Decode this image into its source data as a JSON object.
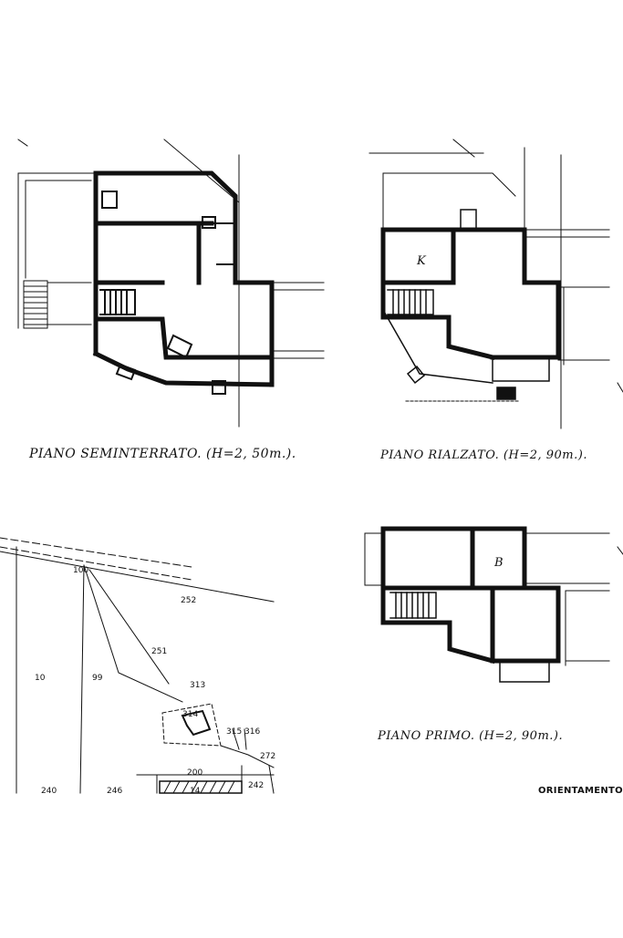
{
  "captions": {
    "seminterrato": "PIANO SEMINTERRATO. (H=2, 50m.).",
    "rialzato": "PIANO RIALZATO. (H=2, 90m.).",
    "primo": "PIANO PRIMO. (H=2, 90m.)."
  },
  "rooms": {
    "rialzato_k": "K",
    "primo_b": "B"
  },
  "cadastral": {
    "parcels": {
      "p100": "100",
      "p252": "252",
      "p251": "251",
      "p10": "10",
      "p99": "99",
      "p313": "313",
      "p314": "314",
      "p315": "315",
      "p316": "316",
      "p272": "272",
      "p200": "200",
      "p240": "240",
      "p246": "246",
      "p14": "14",
      "p242": "242"
    }
  },
  "orientation_label": "ORIENTAMENTO"
}
